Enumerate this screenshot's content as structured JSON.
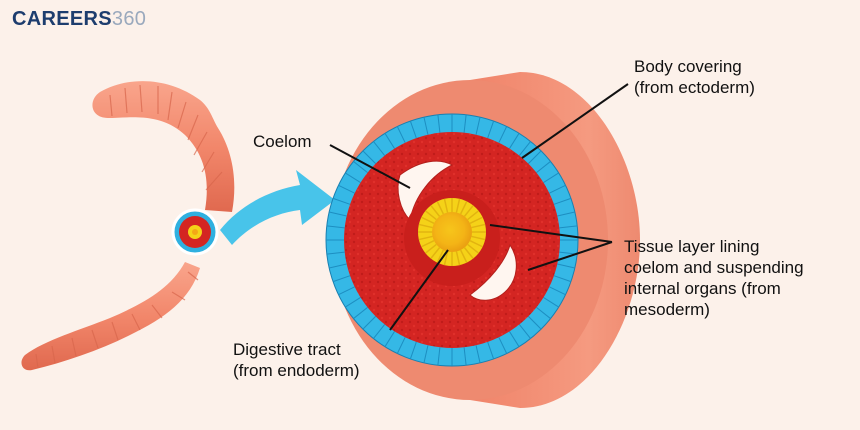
{
  "logo": {
    "brand": "CAREERS",
    "number": "360"
  },
  "labels": {
    "coelom": "Coelom",
    "body_covering": [
      "Body covering",
      "(from ectoderm)"
    ],
    "tissue_layer": [
      "Tissue layer lining",
      "coelom and suspending",
      "internal organs (from",
      "mesoderm)"
    ],
    "digestive_tract": [
      "Digestive tract",
      "(from endoderm)"
    ]
  },
  "colors": {
    "background": "#fcf1ea",
    "worm": "#f2876b",
    "ectoderm": "#35b8e6",
    "mesoderm": "#d42522",
    "endoderm": "#f5d218",
    "arrow": "#48c4ea",
    "logo": "#1d3d6e"
  }
}
